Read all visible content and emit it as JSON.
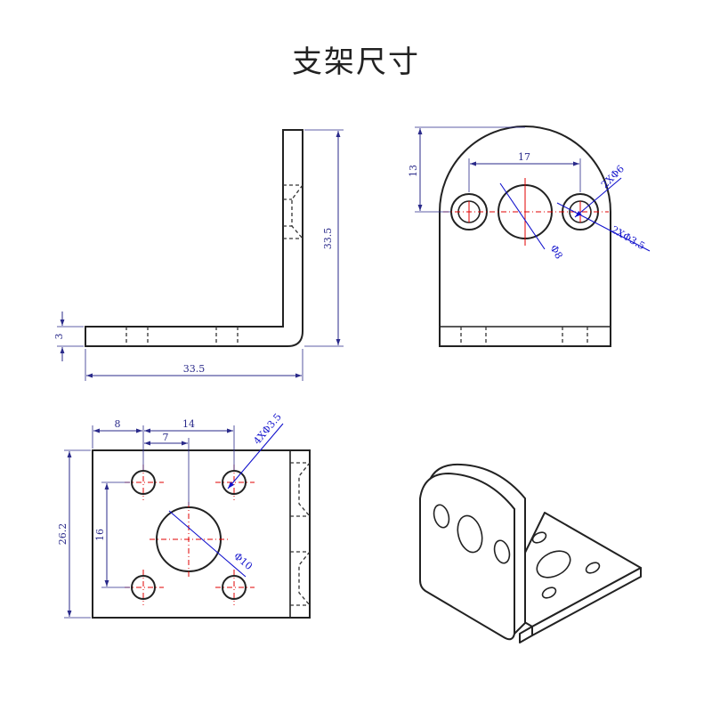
{
  "title": "支架尺寸",
  "views": {
    "side": {
      "thickness": "3",
      "width": "33.5",
      "height": "33.5"
    },
    "front": {
      "top_offset": "13",
      "hole_spacing": "17",
      "small_holes_outer": "2XΦ6",
      "small_holes_inner": "2XΦ3.5",
      "center_hole": "Φ8"
    },
    "top": {
      "edge_offset": "8",
      "hole_spacing_x": "14",
      "half_spacing": "7",
      "corner_holes": "4XΦ3.5",
      "hole_spacing_y": "16",
      "plate_height": "26.2",
      "center_hole": "Φ10"
    }
  },
  "colors": {
    "outline": "#222222",
    "dimension": "#2a2a8a",
    "centerline": "#e00000",
    "leader": "#1111cc"
  }
}
